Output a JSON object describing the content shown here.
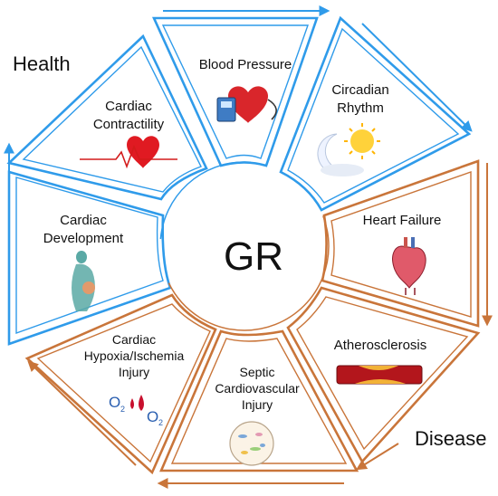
{
  "center_label": "GR",
  "corner_labels": {
    "health": "Health",
    "disease": "Disease"
  },
  "segments": {
    "blood_pressure": "Blood Pressure",
    "circadian_rhythm": {
      "line1": "Circadian",
      "line2": "Rhythm"
    },
    "heart_failure": "Heart Failure",
    "atherosclerosis": "Atherosclerosis",
    "septic_injury": {
      "line1": "Septic",
      "line2": "Cardiovascular",
      "line3": "Injury"
    },
    "hypoxia_injury": {
      "line1": "Cardiac",
      "line2": "Hypoxia/Ischemia",
      "line3": "Injury"
    },
    "cardiac_development": {
      "line1": "Cardiac",
      "line2": "Development"
    },
    "cardiac_contractility": {
      "line1": "Cardiac",
      "line2": "Contractility"
    }
  },
  "oxygen_labels": [
    "O",
    "2",
    "O",
    "2"
  ],
  "colors": {
    "health_blue": "#2f9bea",
    "disease_orange": "#c9753a",
    "heart_red": "#e01a22",
    "artery_red": "#b3161c"
  }
}
